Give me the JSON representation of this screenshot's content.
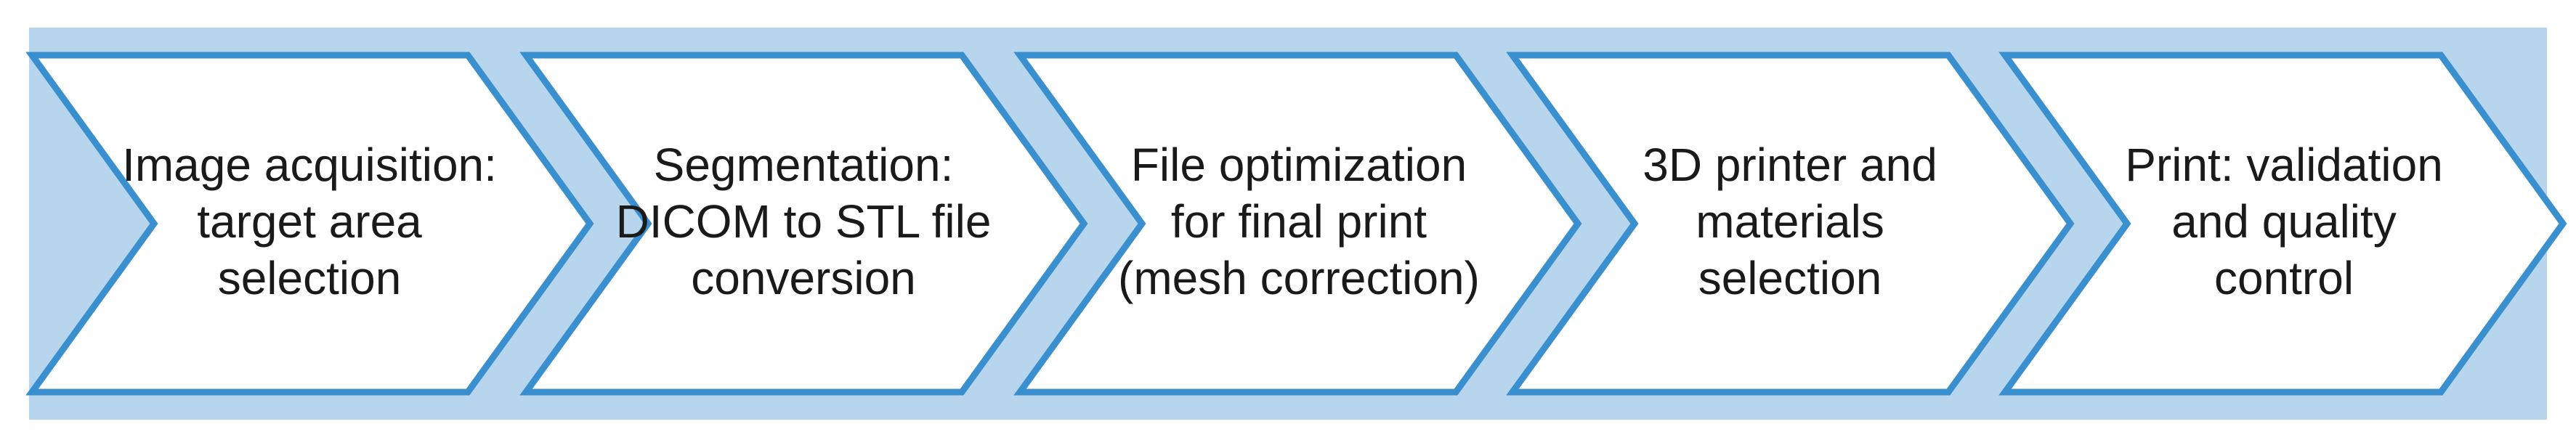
{
  "colors": {
    "band_fill": "#b7d6ee",
    "chevron_fill": "#ffffff",
    "chevron_stroke": "#3a8fcf",
    "text": "#1a1a1a"
  },
  "steps": [
    {
      "lines": [
        "Image acquisition:",
        "target area",
        "selection"
      ]
    },
    {
      "lines": [
        "Segmentation:",
        "DICOM to STL file",
        "conversion"
      ]
    },
    {
      "lines": [
        "File optimization",
        "for final print",
        "(mesh correction)"
      ]
    },
    {
      "lines": [
        "3D printer and",
        "materials",
        "selection"
      ]
    },
    {
      "lines": [
        "Print: validation",
        "and quality",
        "control"
      ]
    }
  ]
}
